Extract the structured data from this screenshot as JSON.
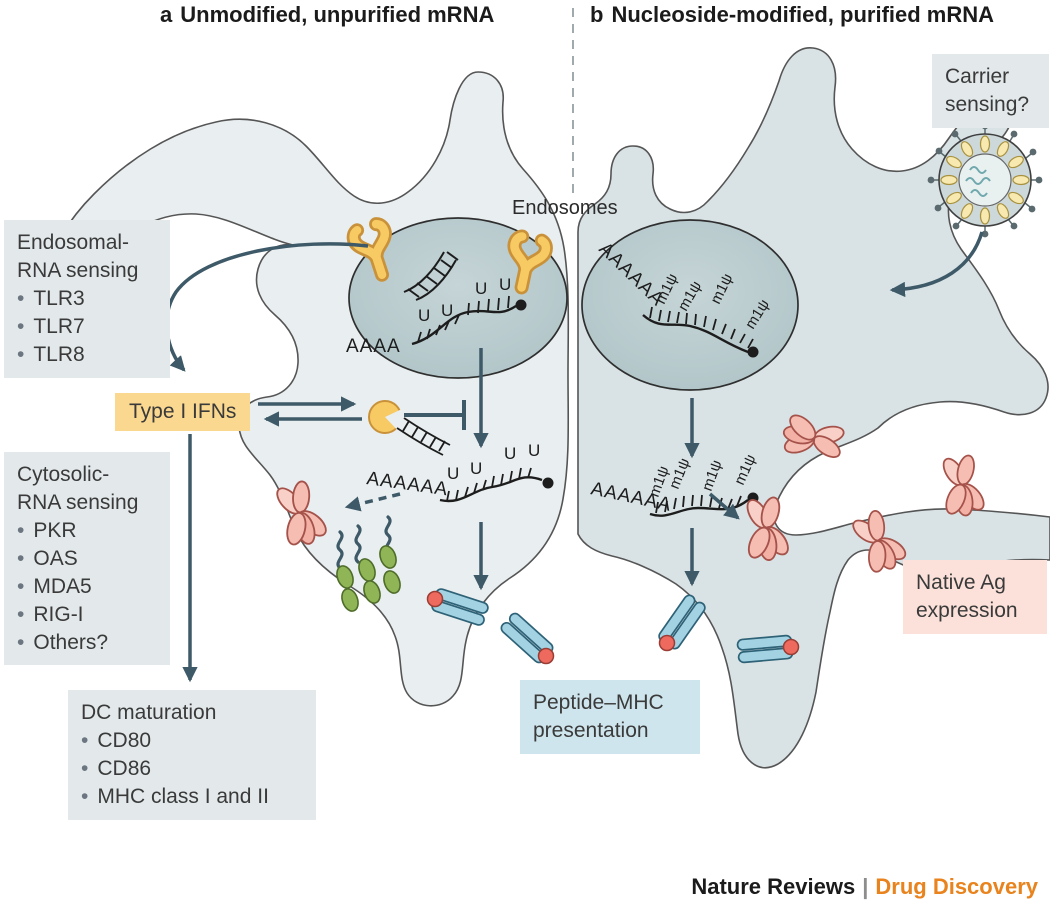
{
  "panel_titles": {
    "a_letter": "a",
    "a_text": "Unmodified, unpurified mRNA",
    "b_letter": "b",
    "b_text": "Nucleoside-modified, purified mRNA"
  },
  "bullet": "•",
  "boxes": {
    "endosomal": {
      "title_line1": "Endosomal-",
      "title_line2": "RNA sensing",
      "items": [
        "TLR3",
        "TLR7",
        "TLR8"
      ]
    },
    "type_i_ifns": "Type I IFNs",
    "cytosolic": {
      "title_line1": "Cytosolic-",
      "title_line2": "RNA sensing",
      "items": [
        "PKR",
        "OAS",
        "MDA5",
        "RIG-I",
        "Others?"
      ]
    },
    "dc_maturation": {
      "title": "DC maturation",
      "items": [
        "CD80",
        "CD86",
        "MHC class I and II"
      ]
    },
    "peptide_mhc": {
      "line1": "Peptide–MHC",
      "line2": "presentation"
    },
    "native_ag": {
      "line1": "Native Ag",
      "line2": "expression"
    },
    "carrier": {
      "line1": "Carrier",
      "line2": "sensing?"
    }
  },
  "annotations": {
    "endosomes": "Endosomes"
  },
  "mrna": {
    "endosome_a_polya": "AAAA",
    "endosome_b_polya": "AAAAAA",
    "cytosol_a_polya": "AAAAAA",
    "cytosol_b_polya": "AAAAAA",
    "uridine_label": "U",
    "modified_label": "m1ψ"
  },
  "footer": {
    "journal": "Nature Reviews",
    "separator": "|",
    "title": "Drug Discovery"
  },
  "colors": {
    "arrow": "#3e5a68",
    "cell_a_fill": "#e9eef0",
    "cell_b_fill": "#d9e3e5",
    "endosome_fill": "#b7cacd",
    "tlr_yellow": "#f7ca63",
    "ifn_box": "#fbd88f",
    "info_box": "#e3e9eb",
    "peptide_box": "#cfe5ed",
    "native_box": "#fbe1da",
    "antigen_pink": "#f6bdb3",
    "ribosome_green": "#8fb557",
    "mhc_blue": "#a3d2e3",
    "peptide_red": "#ee6a5e",
    "brand_orange": "#e8831d"
  }
}
